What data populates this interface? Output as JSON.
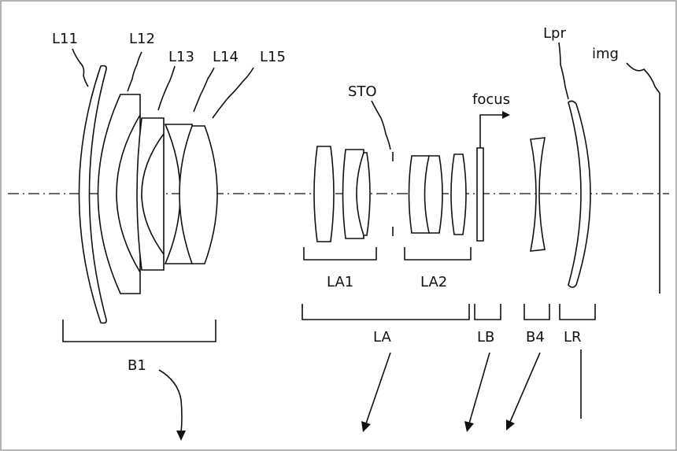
{
  "labels": {
    "L11": "L11",
    "L12": "L12",
    "L13": "L13",
    "L14": "L14",
    "L15": "L15",
    "STO": "STO",
    "focus": "focus",
    "Lpr": "Lpr",
    "img": "img",
    "LA1": "LA1",
    "LA2": "LA2",
    "LA": "LA",
    "LB": "LB",
    "B4": "B4",
    "LR": "LR",
    "B1": "B1"
  }
}
